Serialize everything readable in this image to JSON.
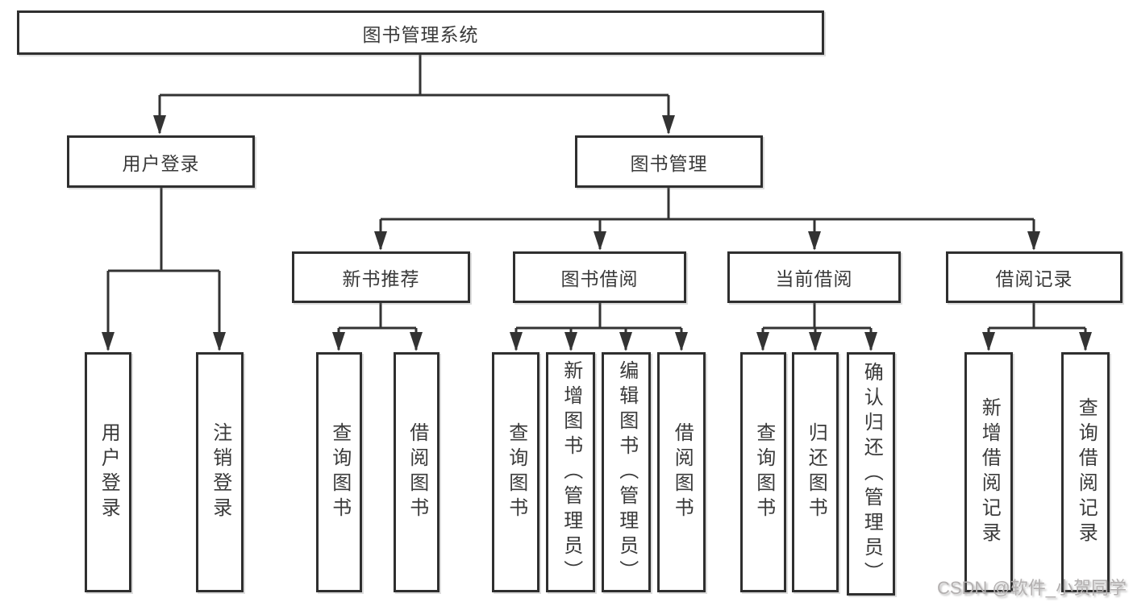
{
  "nodes": {
    "root": {
      "label": "图书管理系统"
    },
    "level1": [
      {
        "id": "user-login-branch",
        "label": "用户登录",
        "parent": "图书管理系统"
      },
      {
        "id": "book-management-branch",
        "label": "图书管理",
        "parent": "图书管理系统"
      }
    ],
    "level2": [
      {
        "id": "new-book-recommend",
        "label": "新书推荐",
        "parent": "图书管理"
      },
      {
        "id": "book-borrowing",
        "label": "图书借阅",
        "parent": "图书管理"
      },
      {
        "id": "current-borrowing",
        "label": "当前借阅",
        "parent": "图书管理"
      },
      {
        "id": "borrowing-records",
        "label": "借阅记录",
        "parent": "图书管理"
      }
    ],
    "leaves": [
      {
        "id": "user-login",
        "label": "用户登录",
        "parent": "用户登录"
      },
      {
        "id": "logout",
        "label": "注销登录",
        "parent": "用户登录"
      },
      {
        "id": "query-books-recommend",
        "label": "查询图书",
        "parent": "新书推荐"
      },
      {
        "id": "borrow-books-recommend",
        "label": "借阅图书",
        "parent": "新书推荐"
      },
      {
        "id": "query-books-borrowing",
        "label": "查询图书",
        "parent": "图书借阅"
      },
      {
        "id": "add-books-admin",
        "label": "新增图书（管理员）",
        "parent": "图书借阅"
      },
      {
        "id": "edit-books-admin",
        "label": "编辑图书（管理员）",
        "parent": "图书借阅"
      },
      {
        "id": "borrow-books-borrowing",
        "label": "借阅图书",
        "parent": "图书借阅"
      },
      {
        "id": "query-books-current",
        "label": "查询图书",
        "parent": "当前借阅"
      },
      {
        "id": "return-books",
        "label": "归还图书",
        "parent": "当前借阅"
      },
      {
        "id": "confirm-return-admin",
        "label": "确认归还（管理员）",
        "parent": "当前借阅"
      },
      {
        "id": "add-borrow-record",
        "label": "新增借阅记录",
        "parent": "借阅记录"
      },
      {
        "id": "query-borrow-record",
        "label": "查询借阅记录",
        "parent": "借阅记录"
      }
    ]
  },
  "watermark": {
    "text": "CSDN @软件_小贺同学"
  },
  "colors": {
    "background": "#ffffff",
    "box_border": "#2f2f2f",
    "line": "#333333",
    "text": "#3a3a3a",
    "watermark": "#b3b0b0"
  }
}
